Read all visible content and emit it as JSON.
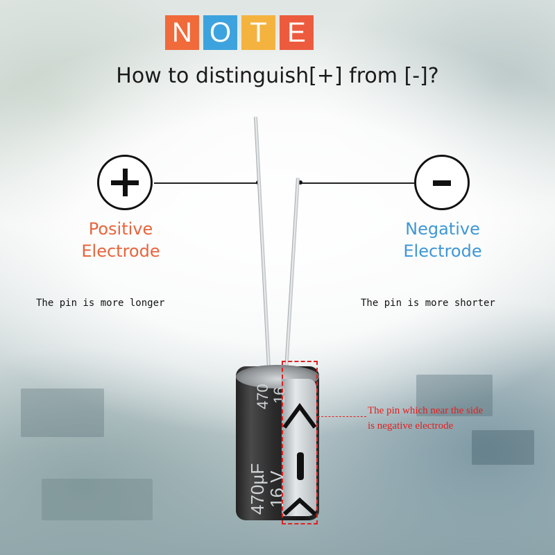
{
  "header": {
    "note_letters": [
      "N",
      "O",
      "T",
      "E"
    ],
    "note_colors": [
      "#f06a3a",
      "#3da3de",
      "#f4b33f",
      "#ec5b3e"
    ],
    "headline": "How to distinguish[+] from [-]?"
  },
  "positive": {
    "icon": "plus-icon",
    "title_line1": "Positive",
    "title_line2": "Electrode",
    "color": "#e8643c",
    "pin_note": "The pin is more longer"
  },
  "negative": {
    "icon": "minus-icon",
    "title_line1": "Negative",
    "title_line2": "Electrode",
    "color": "#3f97d6",
    "pin_note": "The pin is more shorter"
  },
  "capacitor": {
    "capacitance_label": "470µF",
    "voltage_label": "16 V",
    "top_capacitance": "470",
    "top_voltage": "16"
  },
  "callout": {
    "line1": "The pin which near the side",
    "line2": "is negative electrode",
    "color": "#e21f1f"
  }
}
